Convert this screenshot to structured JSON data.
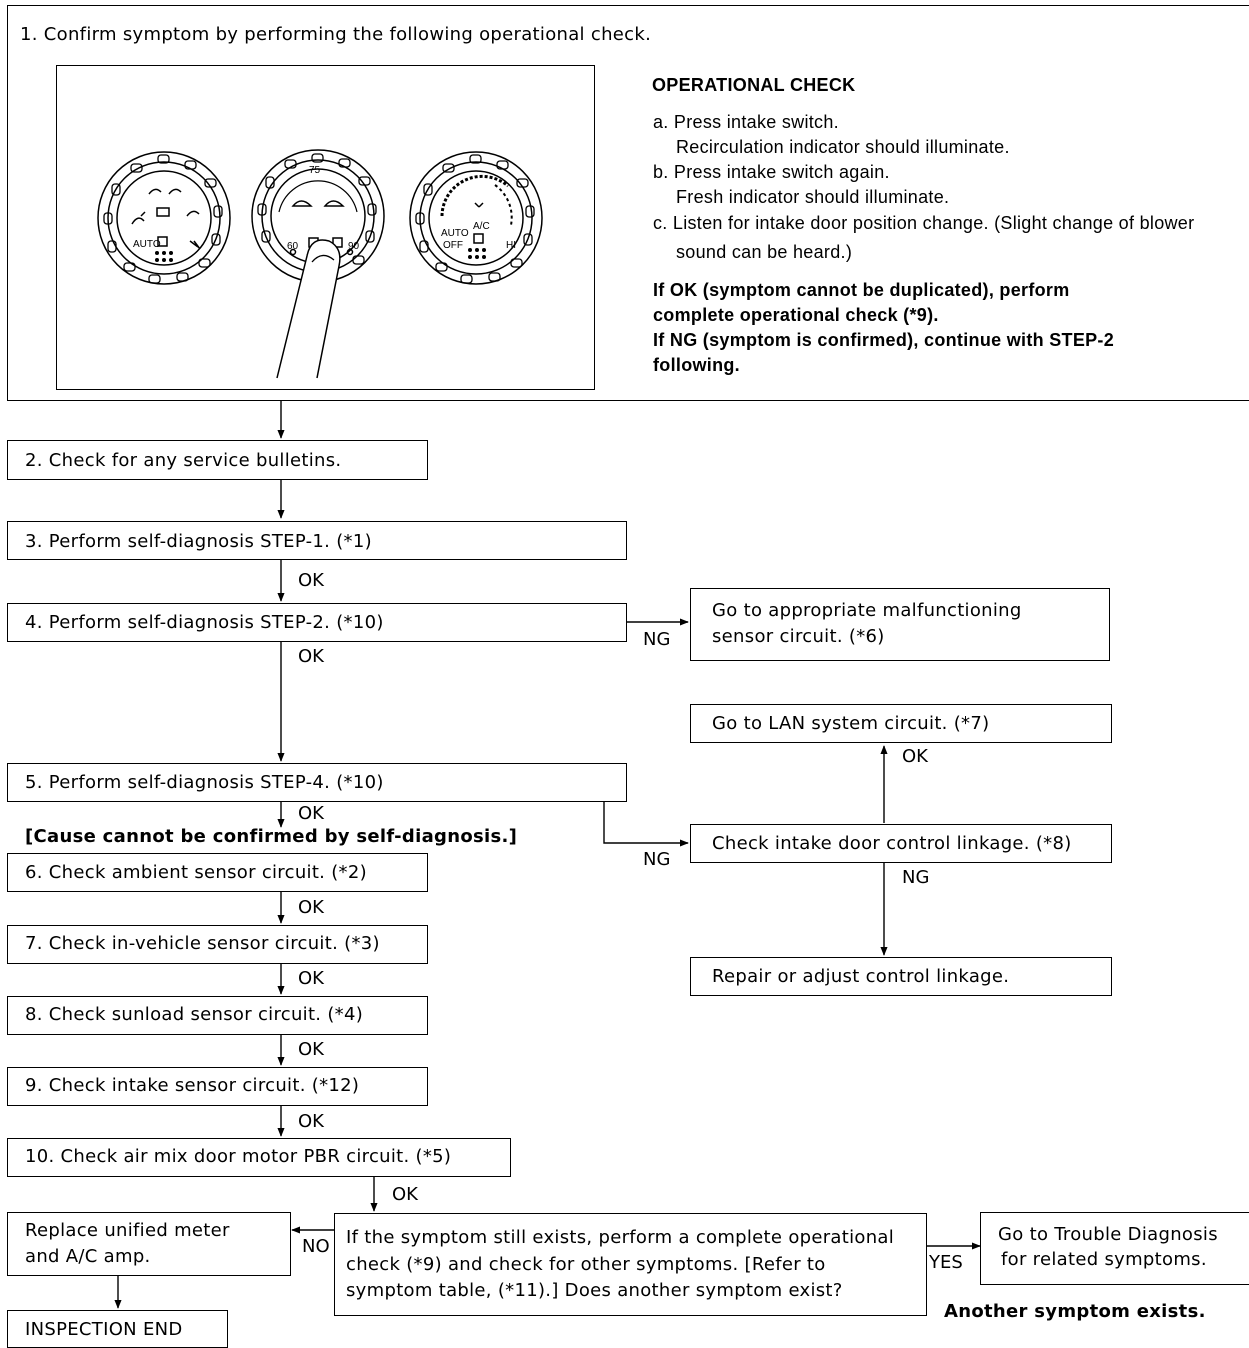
{
  "step1": {
    "text": "1. Confirm symptom by performing the following operational check.",
    "panel_labels": {
      "left_auto": "AUTO",
      "mid_60": "60",
      "mid_75": "75",
      "mid_90": "90",
      "right_auto": "AUTO",
      "right_off": "OFF",
      "right_ac": "A/C",
      "right_hi": "HI"
    },
    "op_check_title": "OPERATIONAL CHECK",
    "op_check_lines": [
      "a. Press intake switch.",
      "Recirculation indicator should illuminate.",
      "b. Press intake switch again.",
      "Fresh indicator should illuminate.",
      "c. Listen for intake door position change. (Slight change of blower",
      "sound can be heard.)"
    ],
    "result_lines": [
      "If OK (symptom cannot be duplicated), perform",
      "complete operational check (*9).",
      "If NG (symptom is confirmed), continue with STEP-2",
      "following."
    ]
  },
  "steps": {
    "s2": "2. Check for any service bulletins.",
    "s3": "3. Perform self-diagnosis STEP-1. (*1)",
    "s4": "4. Perform self-diagnosis STEP-2. (*10)",
    "s5": "5. Perform self-diagnosis STEP-4. (*10)",
    "s6": "6. Check ambient sensor circuit. (*2)",
    "s7": "7. Check in-vehicle sensor circuit. (*3)",
    "s8": "8. Check sunload sensor circuit. (*4)",
    "s9": "9. Check intake sensor circuit. (*12)",
    "s10": "10. Check air mix door motor PBR circuit. (*5)"
  },
  "side": {
    "malfunction_line1": "Go to appropriate malfunctioning",
    "malfunction_line2": "sensor circuit. (*6)",
    "lan": "Go to LAN system circuit. (*7)",
    "linkage_check": "Check intake door control linkage. (*8)",
    "repair": "Repair or adjust control linkage."
  },
  "cause_note": "[Cause cannot be confirmed by self-diagnosis.]",
  "final": {
    "question_lines": [
      "If the symptom still exists, perform a complete operational",
      "check (*9) and check for other symptoms. [Refer to",
      "symptom table, (*11).] Does another symptom exist?"
    ],
    "replace_line1": "Replace unified meter",
    "replace_line2": "and A/C amp.",
    "end": "INSPECTION END",
    "trouble_line1": "Go to Trouble Diagnosis",
    "trouble_line2": "for related symptoms.",
    "another": "Another symptom exists."
  },
  "labels": {
    "ok": "OK",
    "ng": "NG",
    "yes": "YES",
    "no": "NO"
  }
}
